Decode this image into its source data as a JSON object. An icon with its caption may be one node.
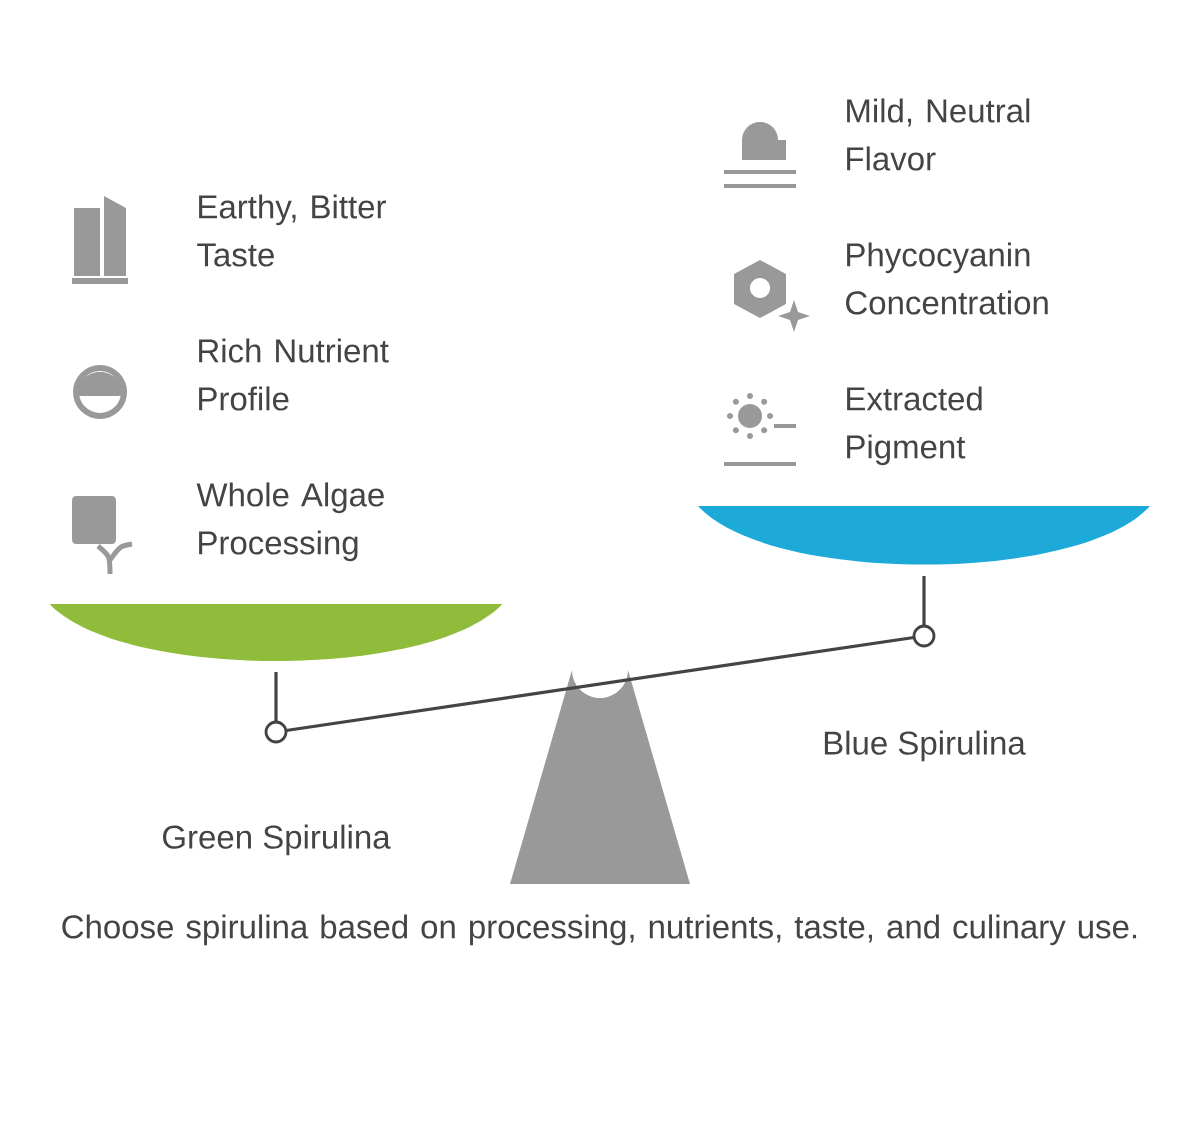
{
  "diagram": {
    "caption": "Choose spirulina based on processing, nutrients, taste, and culinary use.",
    "labels": [
      "Earthy, Bitter Taste",
      "Rich Nutrient Profile",
      "Whole Algae Processing",
      "Mild, Neutral Flavor",
      "Phycocyanin Concentration",
      "Extracted Pigment",
      "Green Spirulina",
      "Blue Spirulina"
    ]
  }
}
